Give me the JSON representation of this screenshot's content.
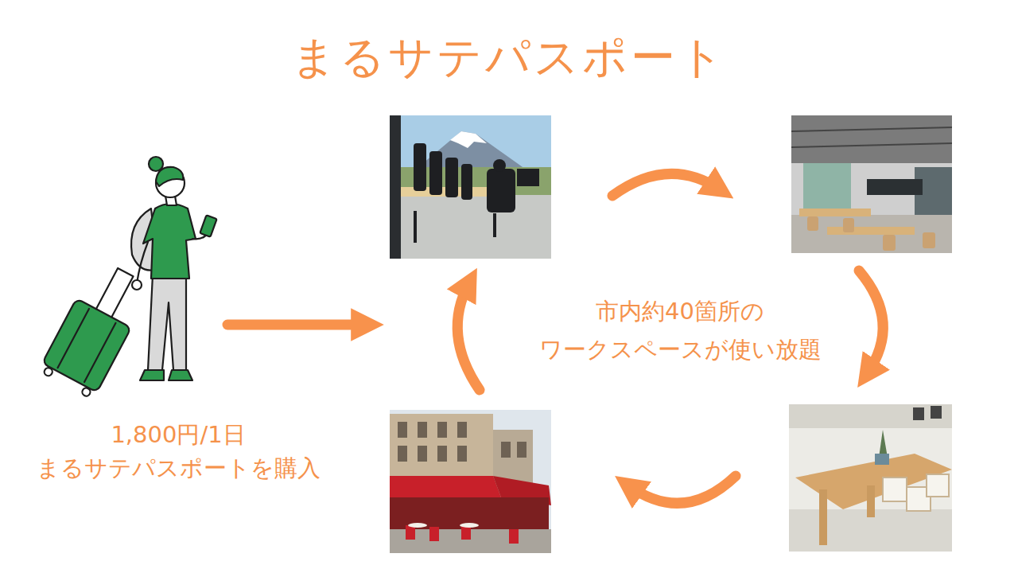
{
  "diagram": {
    "title": "まるサテパスポート",
    "labels": [
      "1,800円/1日 まるサテパスポートを購入",
      "市内約40箇所の ワークスペースが使い放題"
    ]
  }
}
